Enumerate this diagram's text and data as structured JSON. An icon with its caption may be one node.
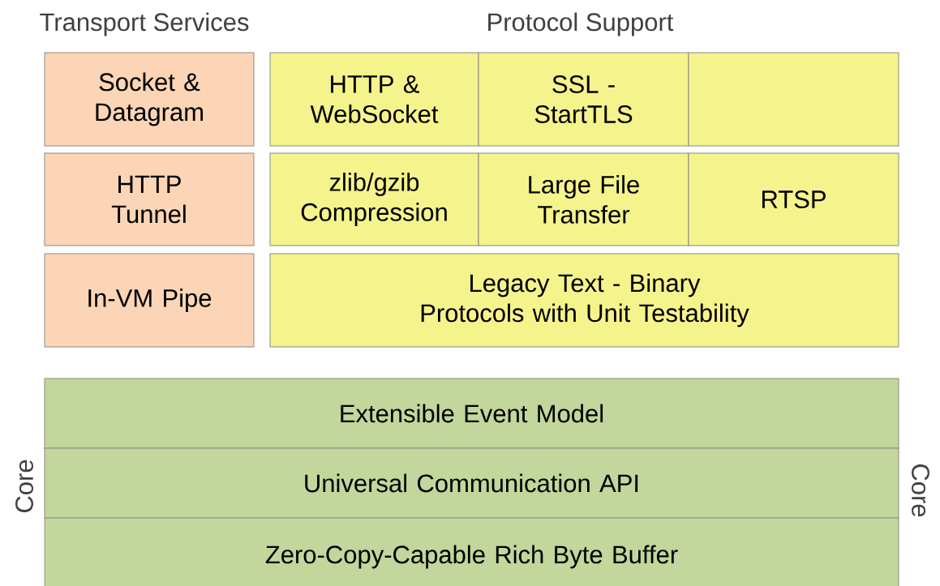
{
  "diagram": {
    "nodes": [
      {
        "text": [
          "Socket & Datagram"
        ]
      },
      {
        "text": [
          "HTTP & WebSocket"
        ]
      },
      {
        "text": [
          "SSL - StartTLS"
        ]
      },
      {
        "text": [],
        "shape": "box"
      },
      {
        "text": [
          "HTTP Tunnel"
        ]
      },
      {
        "text": [
          "zlib/gzib Compression"
        ]
      },
      {
        "text": [
          "Large File Transfer"
        ]
      },
      {
        "text": [
          "RTSP"
        ]
      },
      {
        "text": [
          "In-VM Pipe"
        ]
      },
      {
        "text": [
          "Legacy Text - Binary Protocols with Unit Testability"
        ]
      },
      {
        "text": [
          "Extensible Event Model"
        ]
      },
      {
        "text": [
          "Universal Communication API"
        ]
      },
      {
        "text": [
          "Zero-Copy-Capable Rich Byte Buffer"
        ]
      }
    ],
    "labels": [
      "Transport Services",
      "Protocol Support",
      "Core",
      "Core"
    ]
  }
}
